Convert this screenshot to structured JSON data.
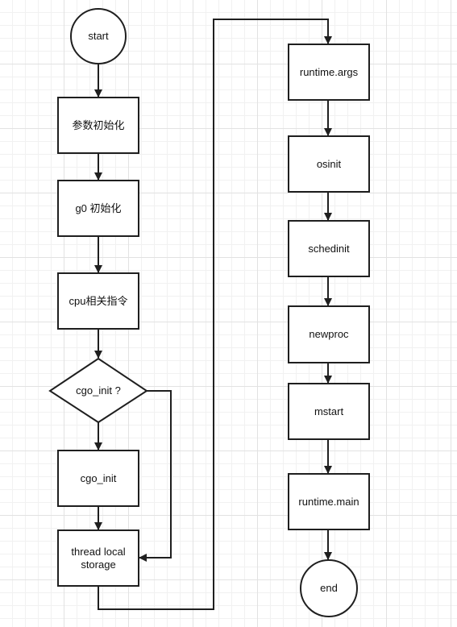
{
  "nodes": {
    "start": "start",
    "param_init": "参数初始化",
    "g0_init": "g0 初始化",
    "cpu_instr": "cpu相关指令",
    "cgo_check": "cgo_init ?",
    "cgo_init": "cgo_init",
    "tls_line1": "thread local",
    "tls_line2": "storage",
    "runtime_args": "runtime.args",
    "osinit": "osinit",
    "schedinit": "schedinit",
    "newproc": "newproc",
    "mstart": "mstart",
    "runtime_main": "runtime.main",
    "end": "end"
  },
  "colors": {
    "stroke": "#1f1f1f",
    "grid": "#e2e2e2",
    "background": "#ffffff"
  }
}
